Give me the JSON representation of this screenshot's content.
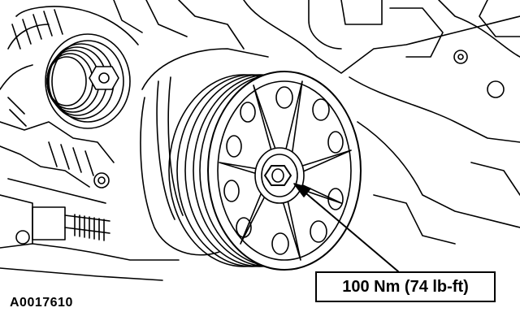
{
  "figure": {
    "id": "A0017610",
    "callout": {
      "label": "100 Nm (74 lb-ft)",
      "target": "pulley-bolt"
    }
  },
  "colors": {
    "line": "#000000",
    "background": "#ffffff"
  }
}
